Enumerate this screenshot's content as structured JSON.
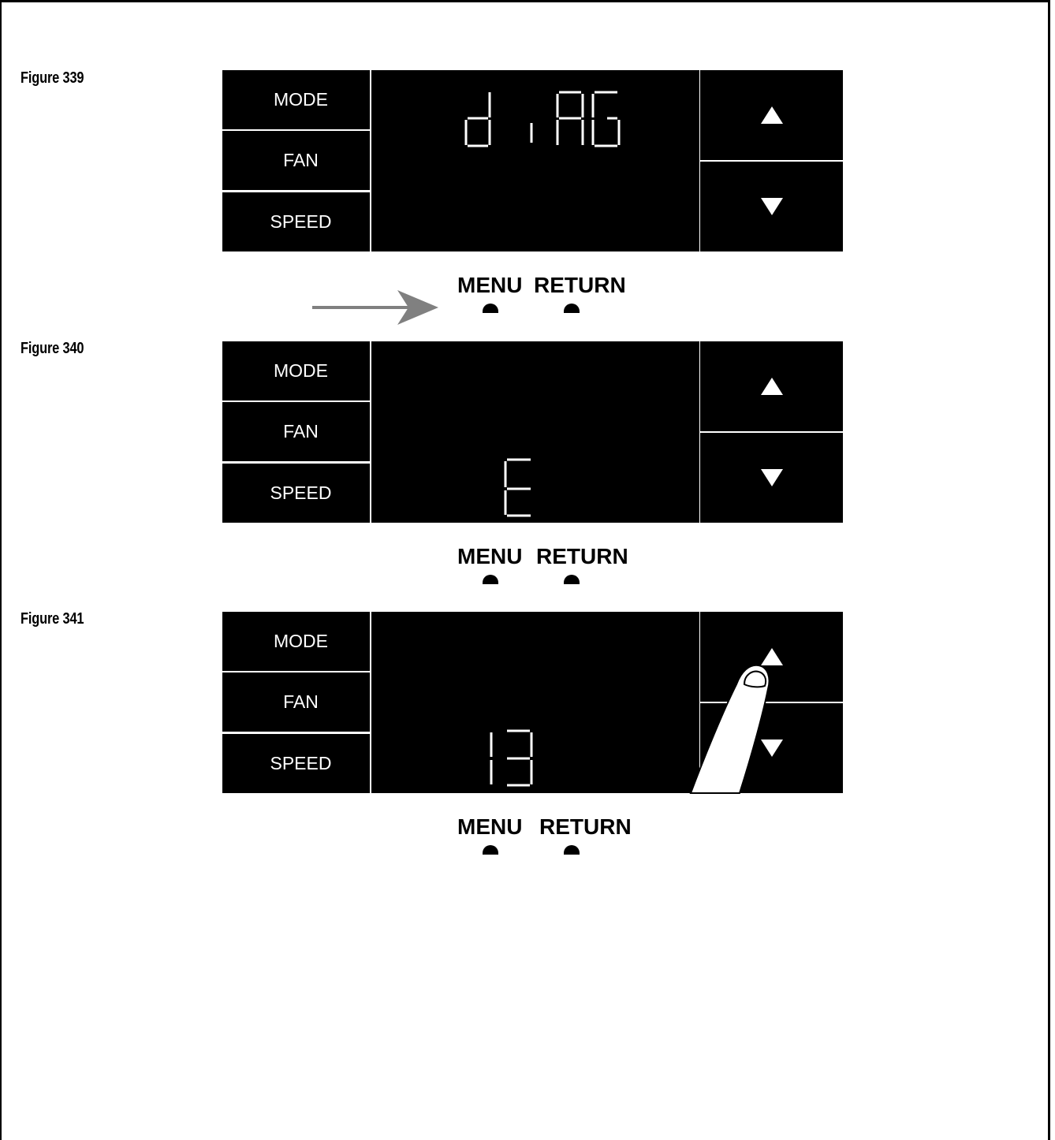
{
  "figures": [
    {
      "label": "Figure 339",
      "buttons": {
        "mode": "MODE",
        "fan": "FAN",
        "speed": "SPEED"
      },
      "display": "diAG",
      "menu": "MENU",
      "return": "RETURN",
      "arrow_indicator": "menu-pointer",
      "finger": false
    },
    {
      "label": "Figure 340",
      "buttons": {
        "mode": "MODE",
        "fan": "FAN",
        "speed": "SPEED"
      },
      "display": "E",
      "menu": "MENU",
      "return": "RETURN",
      "finger": false
    },
    {
      "label": "Figure 341",
      "buttons": {
        "mode": "MODE",
        "fan": "FAN",
        "speed": "SPEED"
      },
      "display": "13",
      "menu": "MENU",
      "return": "RETURN",
      "finger": true
    }
  ],
  "icons": {
    "up": "triangle-up-icon",
    "down": "triangle-down-icon",
    "finger": "pointing-finger-icon",
    "pointer": "right-arrow-icon"
  },
  "colors": {
    "panel": "#000000",
    "segment": "#ffffff",
    "arrow": "#808080"
  }
}
